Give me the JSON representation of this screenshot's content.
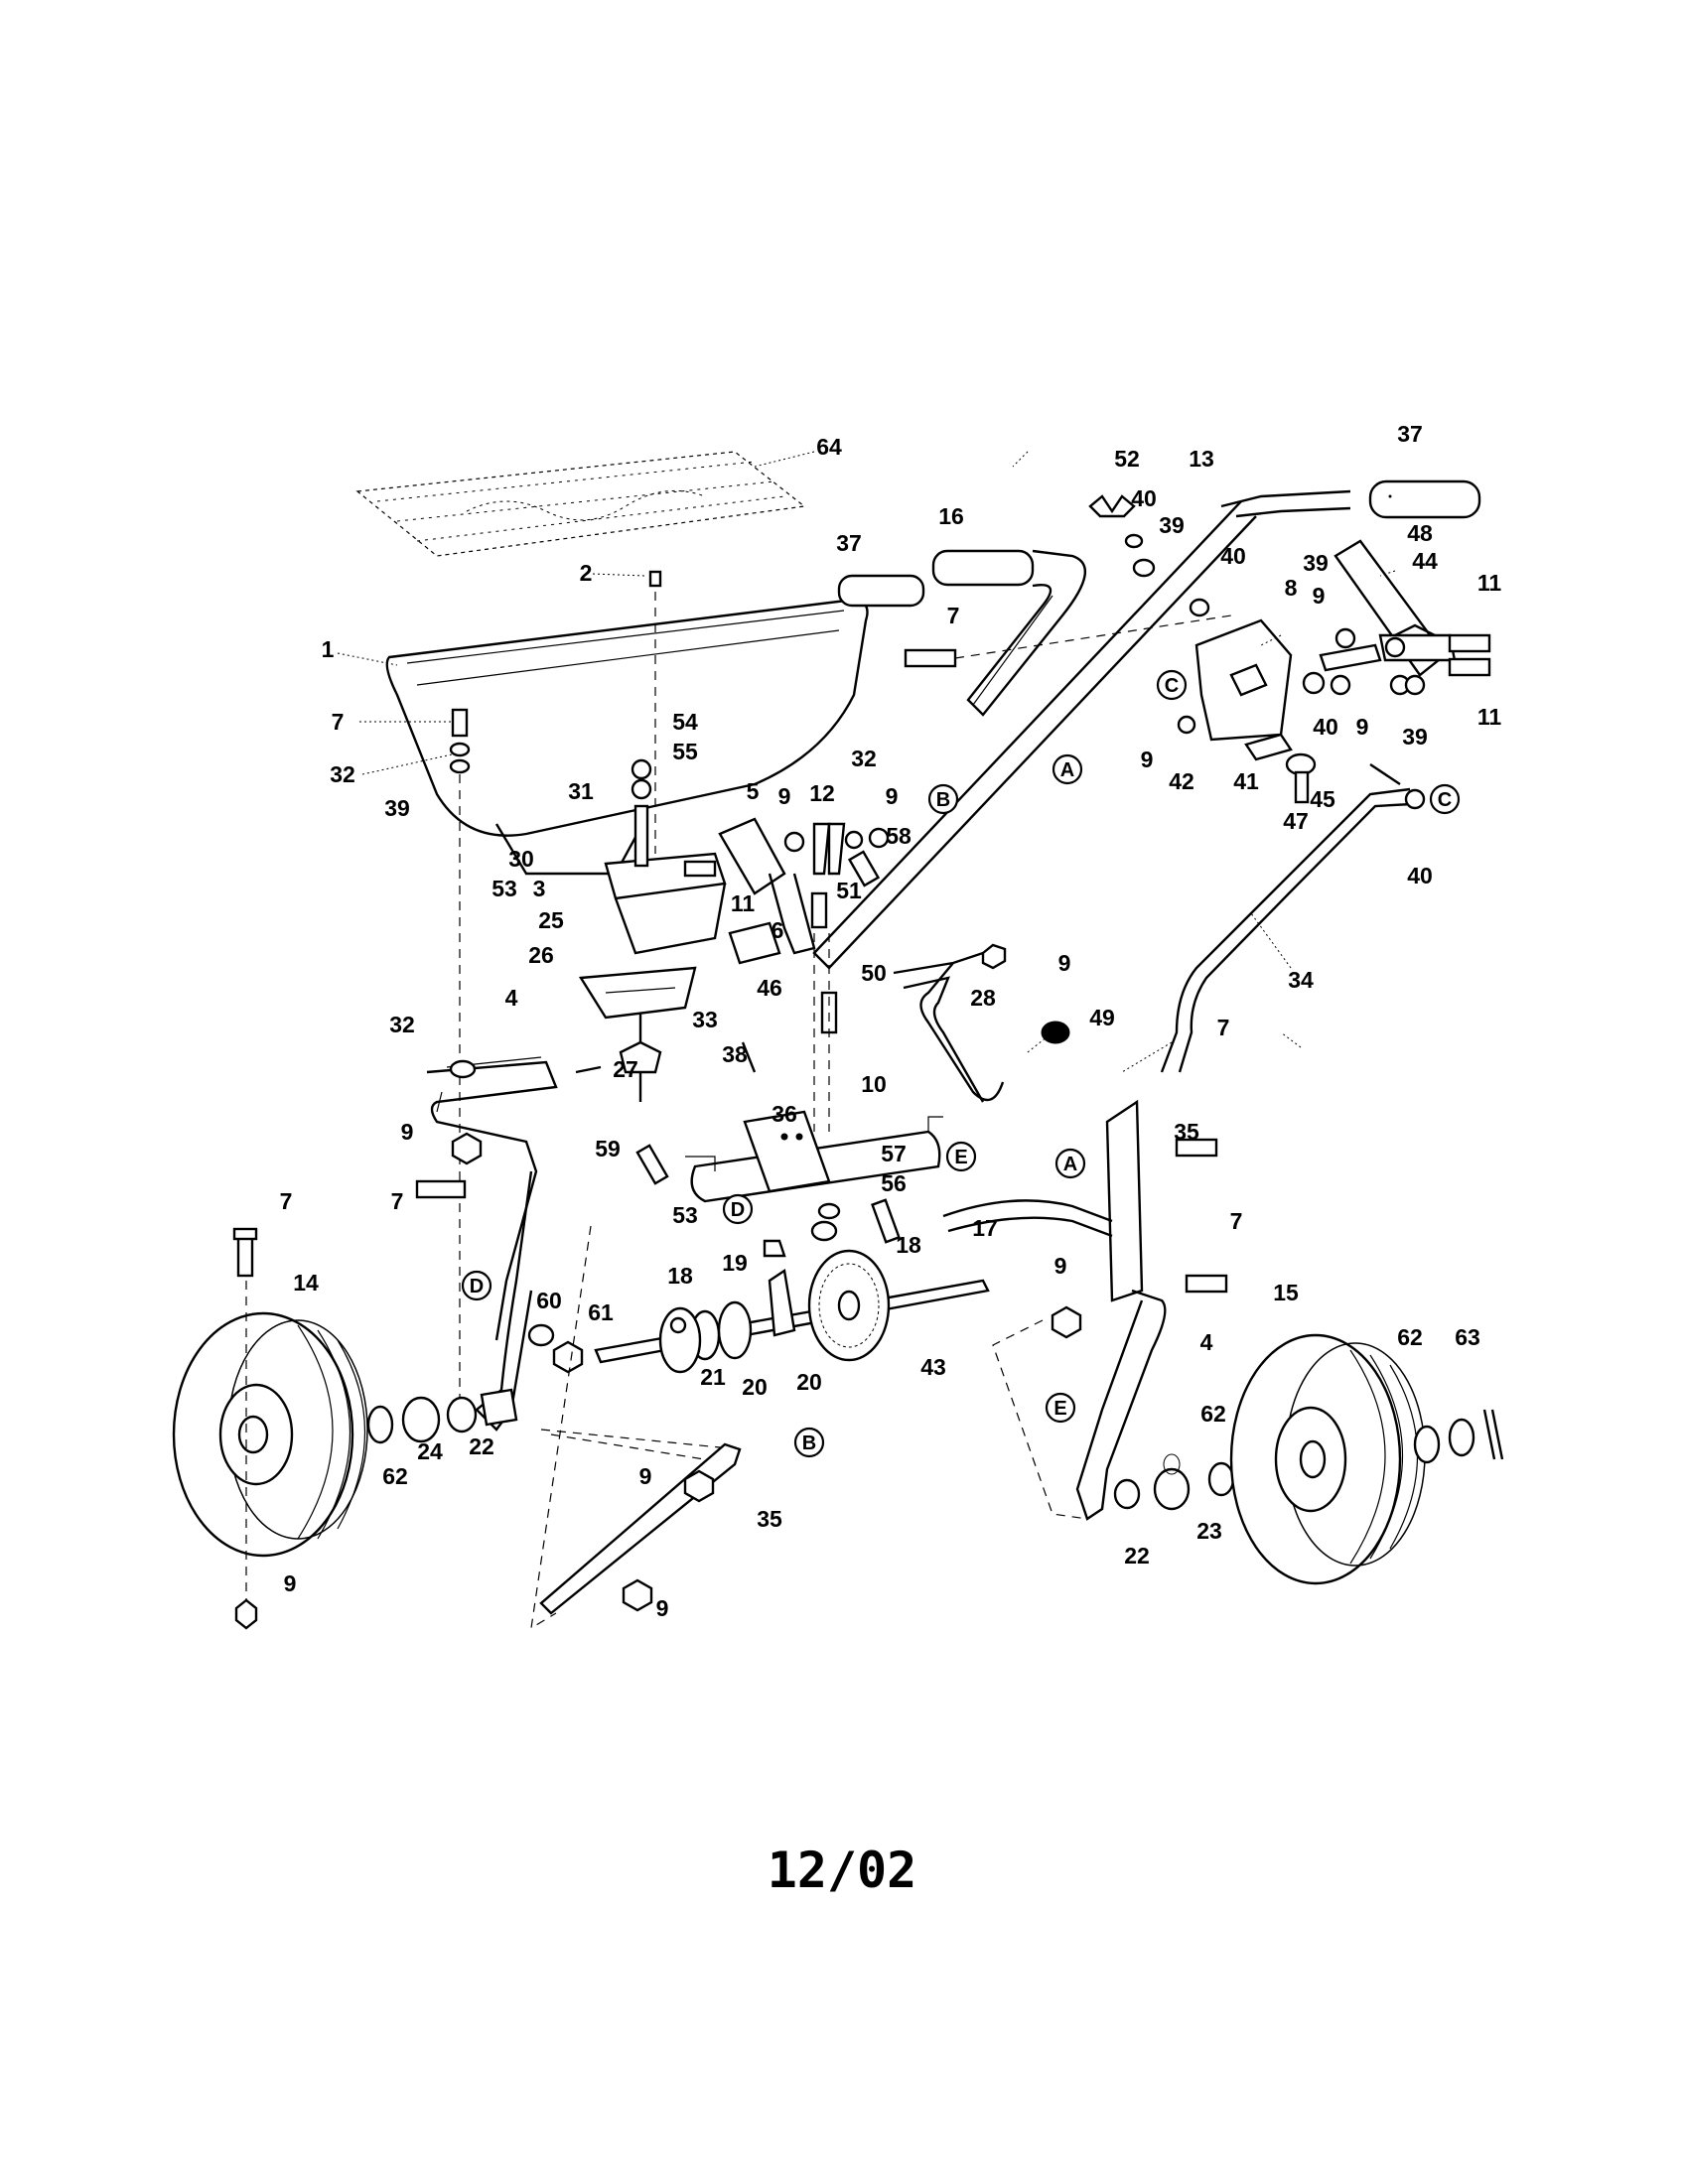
{
  "date_code": "12/02",
  "part_labels": [
    {
      "id": "p64",
      "text": "64"
    },
    {
      "id": "p2",
      "text": "2"
    },
    {
      "id": "p1",
      "text": "1"
    },
    {
      "id": "p7a",
      "text": "7"
    },
    {
      "id": "p32a",
      "text": "32"
    },
    {
      "id": "p39a",
      "text": "39"
    },
    {
      "id": "p54",
      "text": "54"
    },
    {
      "id": "p55",
      "text": "55"
    },
    {
      "id": "p31",
      "text": "31"
    },
    {
      "id": "p30",
      "text": "30"
    },
    {
      "id": "p53a",
      "text": "53"
    },
    {
      "id": "p3",
      "text": "3"
    },
    {
      "id": "p25",
      "text": "25"
    },
    {
      "id": "p26",
      "text": "26"
    },
    {
      "id": "p5",
      "text": "5"
    },
    {
      "id": "p9a",
      "text": "9"
    },
    {
      "id": "p12",
      "text": "12"
    },
    {
      "id": "p32b",
      "text": "32"
    },
    {
      "id": "p9b",
      "text": "9"
    },
    {
      "id": "p58",
      "text": "58"
    },
    {
      "id": "p11a",
      "text": "11"
    },
    {
      "id": "p6",
      "text": "6"
    },
    {
      "id": "p51",
      "text": "51"
    },
    {
      "id": "p46",
      "text": "46"
    },
    {
      "id": "p37a",
      "text": "37"
    },
    {
      "id": "p16",
      "text": "16"
    },
    {
      "id": "p7b",
      "text": "7"
    },
    {
      "id": "p52",
      "text": "52"
    },
    {
      "id": "p13",
      "text": "13"
    },
    {
      "id": "p40a",
      "text": "40"
    },
    {
      "id": "p39b",
      "text": "39"
    },
    {
      "id": "p37b",
      "text": "37"
    },
    {
      "id": "p48",
      "text": "48"
    },
    {
      "id": "p44",
      "text": "44"
    },
    {
      "id": "p40b",
      "text": "40"
    },
    {
      "id": "p39c",
      "text": "39"
    },
    {
      "id": "p8",
      "text": "8"
    },
    {
      "id": "p9c",
      "text": "9"
    },
    {
      "id": "p11b",
      "text": "11"
    },
    {
      "id": "p11c",
      "text": "11"
    },
    {
      "id": "p40c",
      "text": "40"
    },
    {
      "id": "p9d",
      "text": "9"
    },
    {
      "id": "p39d",
      "text": "39"
    },
    {
      "id": "p9e",
      "text": "9"
    },
    {
      "id": "p42",
      "text": "42"
    },
    {
      "id": "p41",
      "text": "41"
    },
    {
      "id": "p47",
      "text": "47"
    },
    {
      "id": "p45",
      "text": "45"
    },
    {
      "id": "p40d",
      "text": "40"
    },
    {
      "id": "p34",
      "text": "34"
    },
    {
      "id": "p9f",
      "text": "9"
    },
    {
      "id": "p50",
      "text": "50"
    },
    {
      "id": "p28",
      "text": "28"
    },
    {
      "id": "p49",
      "text": "49"
    },
    {
      "id": "p7c",
      "text": "7"
    },
    {
      "id": "p4a",
      "text": "4"
    },
    {
      "id": "p32c",
      "text": "32"
    },
    {
      "id": "p33",
      "text": "33"
    },
    {
      "id": "p27",
      "text": "27"
    },
    {
      "id": "p38",
      "text": "38"
    },
    {
      "id": "p36",
      "text": "36"
    },
    {
      "id": "p10",
      "text": "10"
    },
    {
      "id": "p35a",
      "text": "35"
    },
    {
      "id": "p9g",
      "text": "9"
    },
    {
      "id": "p59",
      "text": "59"
    },
    {
      "id": "p7d",
      "text": "7"
    },
    {
      "id": "p57",
      "text": "57"
    },
    {
      "id": "p56",
      "text": "56"
    },
    {
      "id": "p53b",
      "text": "53"
    },
    {
      "id": "p18a",
      "text": "18"
    },
    {
      "id": "p17",
      "text": "17"
    },
    {
      "id": "p7e",
      "text": "7"
    },
    {
      "id": "p19",
      "text": "19"
    },
    {
      "id": "p18b",
      "text": "18"
    },
    {
      "id": "p9h",
      "text": "9"
    },
    {
      "id": "p7f",
      "text": "7"
    },
    {
      "id": "p14",
      "text": "14"
    },
    {
      "id": "p60",
      "text": "60"
    },
    {
      "id": "p61",
      "text": "61"
    },
    {
      "id": "p15",
      "text": "15"
    },
    {
      "id": "p62a",
      "text": "62"
    },
    {
      "id": "p63",
      "text": "63"
    },
    {
      "id": "p43",
      "text": "43"
    },
    {
      "id": "p4b",
      "text": "4"
    },
    {
      "id": "p21",
      "text": "21"
    },
    {
      "id": "p20a",
      "text": "20"
    },
    {
      "id": "p20b",
      "text": "20"
    },
    {
      "id": "p62b",
      "text": "62"
    },
    {
      "id": "p24",
      "text": "24"
    },
    {
      "id": "p22a",
      "text": "22"
    },
    {
      "id": "p62c",
      "text": "62"
    },
    {
      "id": "p9i",
      "text": "9"
    },
    {
      "id": "p35b",
      "text": "35"
    },
    {
      "id": "p22b",
      "text": "22"
    },
    {
      "id": "p23",
      "text": "23"
    },
    {
      "id": "p9j",
      "text": "9"
    },
    {
      "id": "p9k",
      "text": "9"
    }
  ],
  "callouts": [
    {
      "id": "cA1",
      "text": "A"
    },
    {
      "id": "cB1",
      "text": "B"
    },
    {
      "id": "cC1",
      "text": "C"
    },
    {
      "id": "cC2",
      "text": "C"
    },
    {
      "id": "cA2",
      "text": "A"
    },
    {
      "id": "cE1",
      "text": "E"
    },
    {
      "id": "cD1",
      "text": "D"
    },
    {
      "id": "cD2",
      "text": "D"
    },
    {
      "id": "cE2",
      "text": "E"
    },
    {
      "id": "cB2",
      "text": "B"
    }
  ]
}
